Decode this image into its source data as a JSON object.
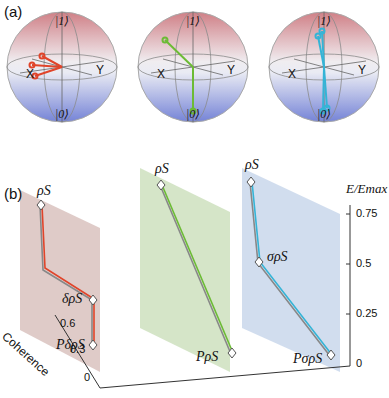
{
  "diagram": {
    "labels": [
      "(a)",
      "|1⟩",
      "X",
      "Y",
      "|0⟩",
      "|1⟩",
      "X",
      "Y",
      "|0⟩",
      "|1⟩",
      "X",
      "Y",
      "|0⟩",
      "(b)",
      "ρS",
      "δρS",
      "PδρS",
      "ρS",
      "PρS",
      "ρS",
      "σρS",
      "PσρS",
      "E/Emax",
      "0.75",
      "0.5",
      "0.25",
      "0",
      "Coherence",
      "0.6",
      "0.3",
      "0"
    ]
  }
}
